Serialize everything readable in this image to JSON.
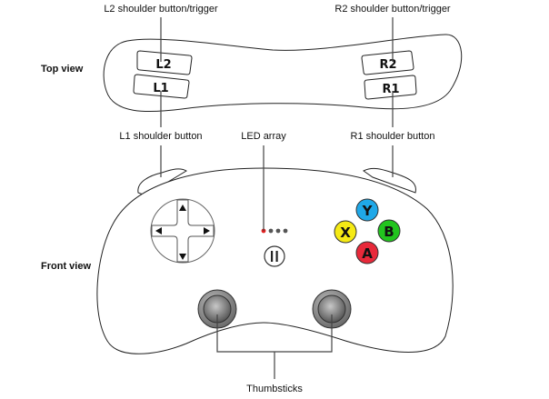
{
  "views": {
    "top": "Top view",
    "front": "Front view"
  },
  "callouts": {
    "l2": "L2 shoulder button/trigger",
    "r2": "R2 shoulder button/trigger",
    "l1": "L1 shoulder button",
    "r1": "R1 shoulder button",
    "led": "LED array",
    "thumbsticks": "Thumbsticks"
  },
  "shoulder_buttons": {
    "l2": "L2",
    "l1": "L1",
    "r2": "R2",
    "r1": "R1"
  },
  "face_buttons": [
    {
      "key": "y",
      "label": "Y",
      "color": "#1fa8e8"
    },
    {
      "key": "x",
      "label": "X",
      "color": "#f5ea14"
    },
    {
      "key": "b",
      "label": "B",
      "color": "#22c41e"
    },
    {
      "key": "a",
      "label": "A",
      "color": "#e8293a"
    }
  ],
  "dpad": {
    "directions": [
      "up",
      "down",
      "left",
      "right"
    ]
  },
  "led_array": {
    "count": 4,
    "active_index": 0,
    "active_color": "#e02020",
    "inactive_color": "#555555"
  },
  "pause_button": {
    "glyph": "II"
  }
}
